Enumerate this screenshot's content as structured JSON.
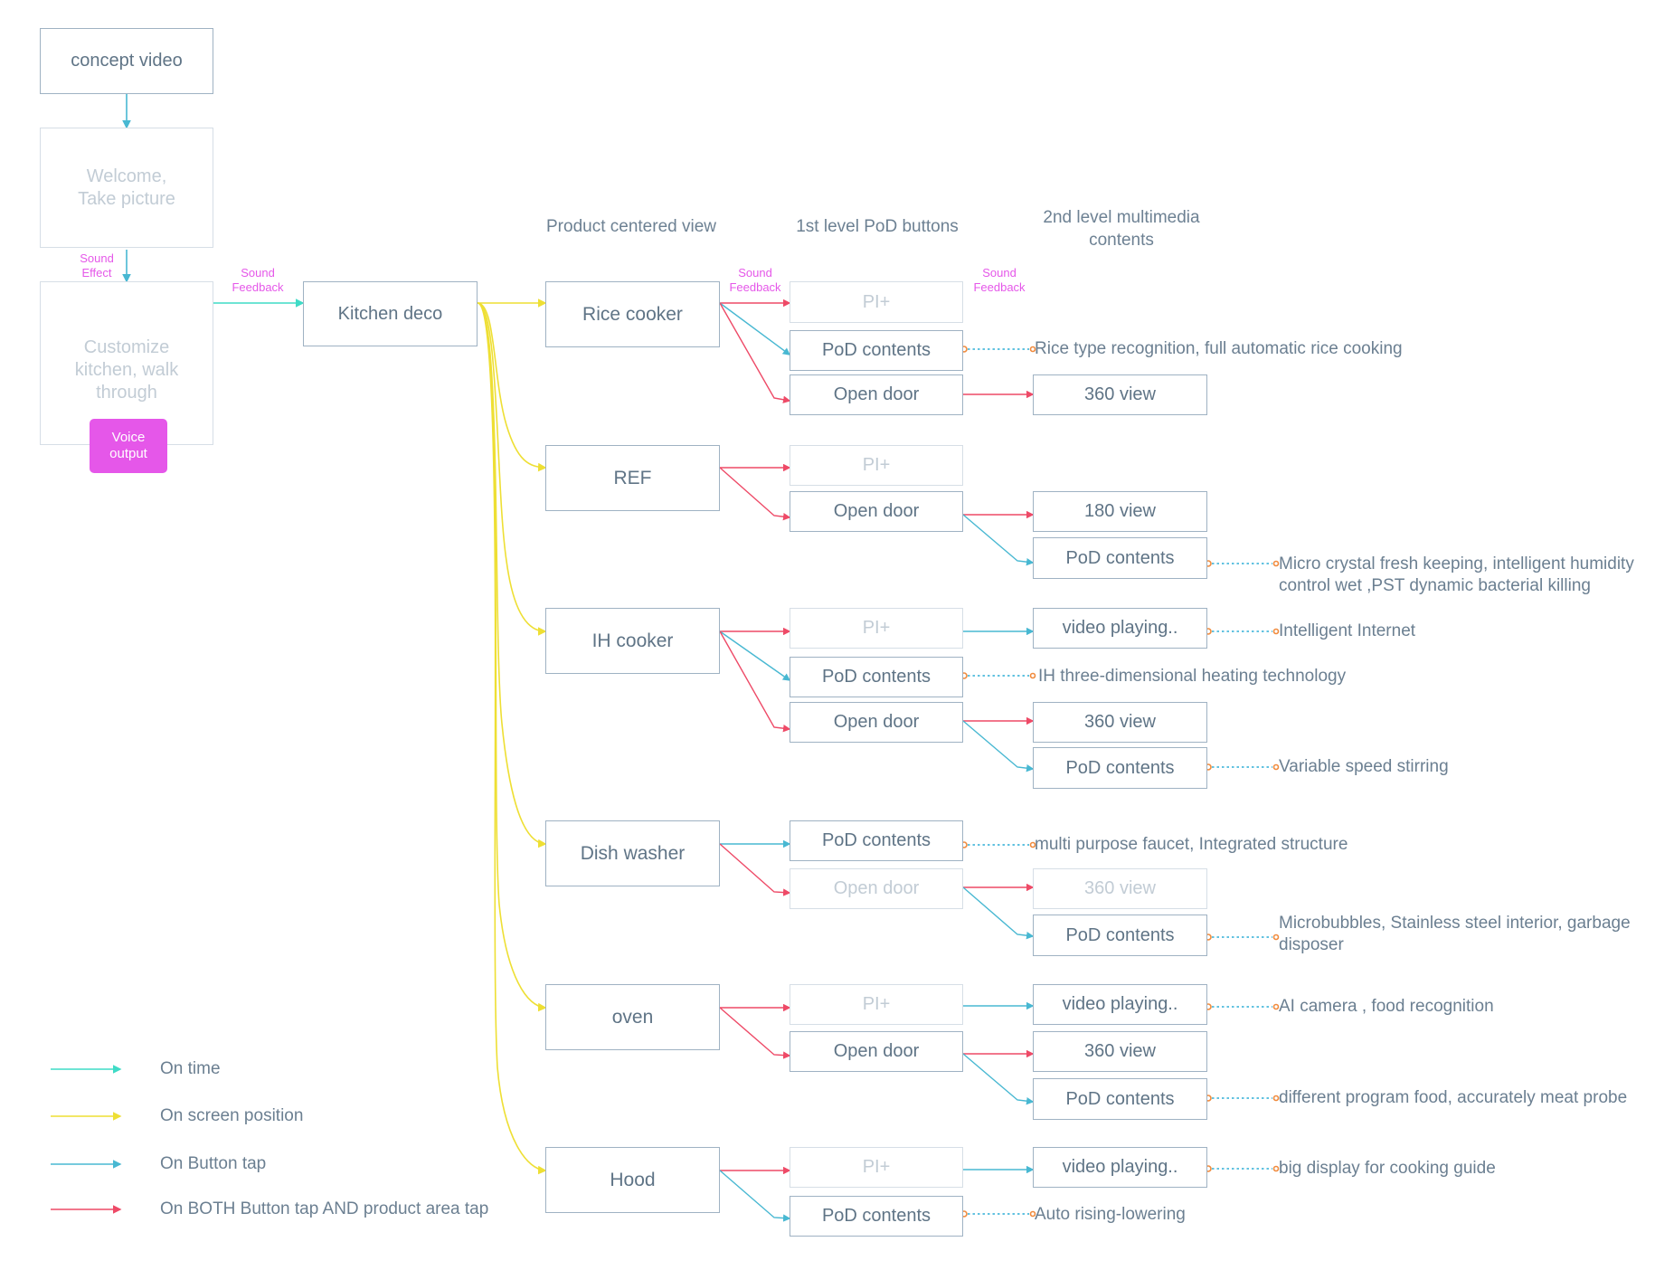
{
  "colors": {
    "on_time": "#3fdbc6",
    "on_screen_position": "#eedf34",
    "on_button_tap": "#48b8d2",
    "on_both_tap": "#ee4a67",
    "dotted_link": "#2eaed6",
    "dotted_node": "#f08a3c",
    "voice_bg": "#e557e9",
    "sound_text": "#e557e9"
  },
  "intro": {
    "concept_video": "concept video",
    "welcome": "Welcome, Take picture",
    "customize": "Customize kitchen, walk through",
    "voice_output": "Voice output",
    "kitchen_deco": "Kitchen deco",
    "sound_effect": "Sound Effect",
    "sound_feedback_1": "Sound Feedback"
  },
  "columns": {
    "product": "Product centered view",
    "first_level": "1st level PoD buttons",
    "second_level": "2nd level multimedia contents",
    "sound_feedback_2": "Sound Feedback",
    "sound_feedback_3": "Sound Feedback"
  },
  "products": [
    "Rice cooker",
    "REF",
    "IH cooker",
    "Dish washer",
    "oven",
    "Hood"
  ],
  "first_level_buttons": [
    {
      "label": "PI+",
      "faded": true
    },
    {
      "label": "PoD contents",
      "faded": false
    },
    {
      "label": "Open door",
      "faded": false
    },
    {
      "label": "PI+",
      "faded": true
    },
    {
      "label": "Open door",
      "faded": false
    },
    {
      "label": "PI+",
      "faded": true
    },
    {
      "label": "PoD contents",
      "faded": false
    },
    {
      "label": "Open door",
      "faded": false
    },
    {
      "label": "PoD contents",
      "faded": false
    },
    {
      "label": "Open door",
      "faded": true
    },
    {
      "label": "PI+",
      "faded": true
    },
    {
      "label": "Open door",
      "faded": false
    },
    {
      "label": "PI+",
      "faded": true
    },
    {
      "label": "PoD contents",
      "faded": false
    }
  ],
  "second_level_boxes": [
    {
      "label": "360 view",
      "faded": false
    },
    {
      "label": "180 view",
      "faded": false
    },
    {
      "label": "PoD contents",
      "faded": false
    },
    {
      "label": "video playing..",
      "faded": false
    },
    {
      "label": "360 view",
      "faded": false
    },
    {
      "label": "PoD contents",
      "faded": false
    },
    {
      "label": "360 view",
      "faded": true
    },
    {
      "label": "PoD contents",
      "faded": false
    },
    {
      "label": "video playing..",
      "faded": false
    },
    {
      "label": "360 view",
      "faded": false
    },
    {
      "label": "PoD contents",
      "faded": false
    },
    {
      "label": "video playing..",
      "faded": false
    }
  ],
  "descriptions": [
    "Rice type recognition, full automatic rice cooking",
    "Micro crystal fresh keeping, intelligent humidity",
    "control wet ,PST dynamic bacterial killing",
    "Intelligent Internet",
    "IH three-dimensional heating technology",
    "Variable speed stirring",
    "multi purpose faucet, Integrated structure",
    "Microbubbles, Stainless steel interior, garbage",
    "disposer",
    "AI camera , food recognition",
    "different program food, accurately meat probe",
    "big display for cooking guide",
    "Auto rising-lowering"
  ],
  "legend": [
    {
      "label": "On time",
      "color": "#3fdbc6"
    },
    {
      "label": "On screen position",
      "color": "#eedf34"
    },
    {
      "label": "On Button tap",
      "color": "#48b8d2"
    },
    {
      "label": "On BOTH Button tap AND product area tap",
      "color": "#ee4a67"
    }
  ]
}
